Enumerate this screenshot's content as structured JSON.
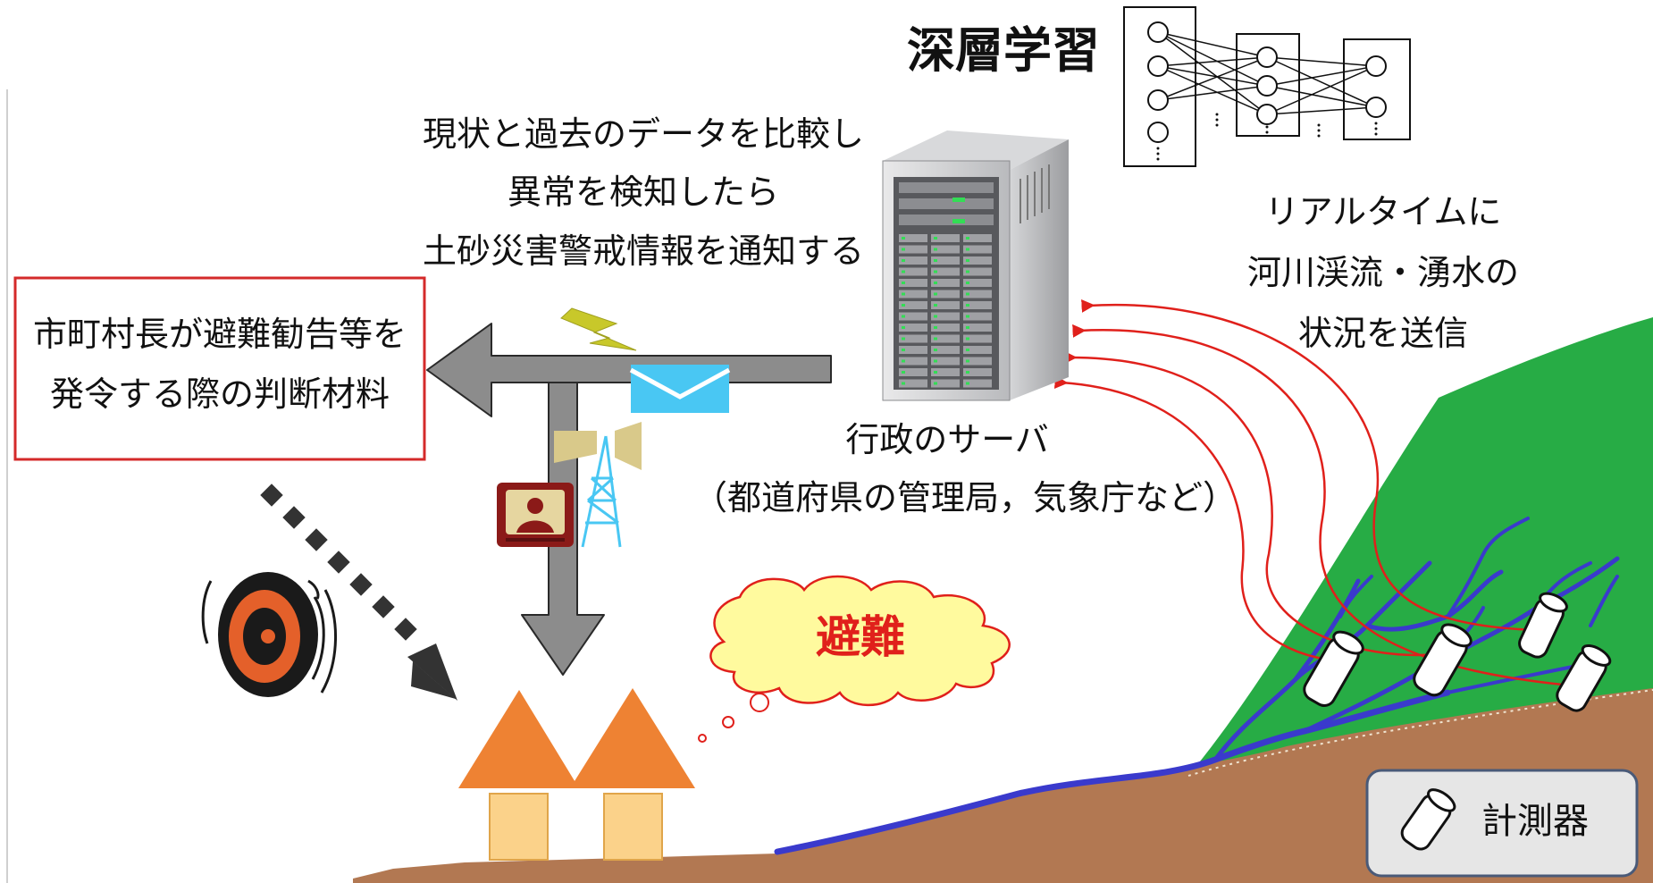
{
  "title": "深層学習",
  "server": {
    "description_lines": [
      "現状と過去のデータを比較し",
      "異常を検知したら",
      "土砂災害警戒情報を通知する"
    ],
    "label": "行政のサーバ",
    "sublabel": "（都道府県の管理局，気象庁など）"
  },
  "realtime": {
    "lines": [
      "リアルタイムに",
      "河川渓流・湧水の",
      "状況を送信"
    ]
  },
  "mayor_box": {
    "lines": [
      "市町村長が避難勧告等を",
      "発令する際の判断材料"
    ]
  },
  "evacuation_bubble": "避難",
  "legend": {
    "label": "計測器",
    "icon": "sensor-icon"
  },
  "colors": {
    "accent_red": "#e0201b",
    "box_border": "#d42a2a",
    "mountain_green": "#27ac45",
    "ground_brown": "#b27852",
    "river_blue": "#3a3acc",
    "house_roof": "#ee8233",
    "house_wall": "#fbd28a",
    "envelope": "#49c7f3",
    "bubble_fill": "#fffa9e",
    "arrow_gray": "#8c8c8c"
  }
}
